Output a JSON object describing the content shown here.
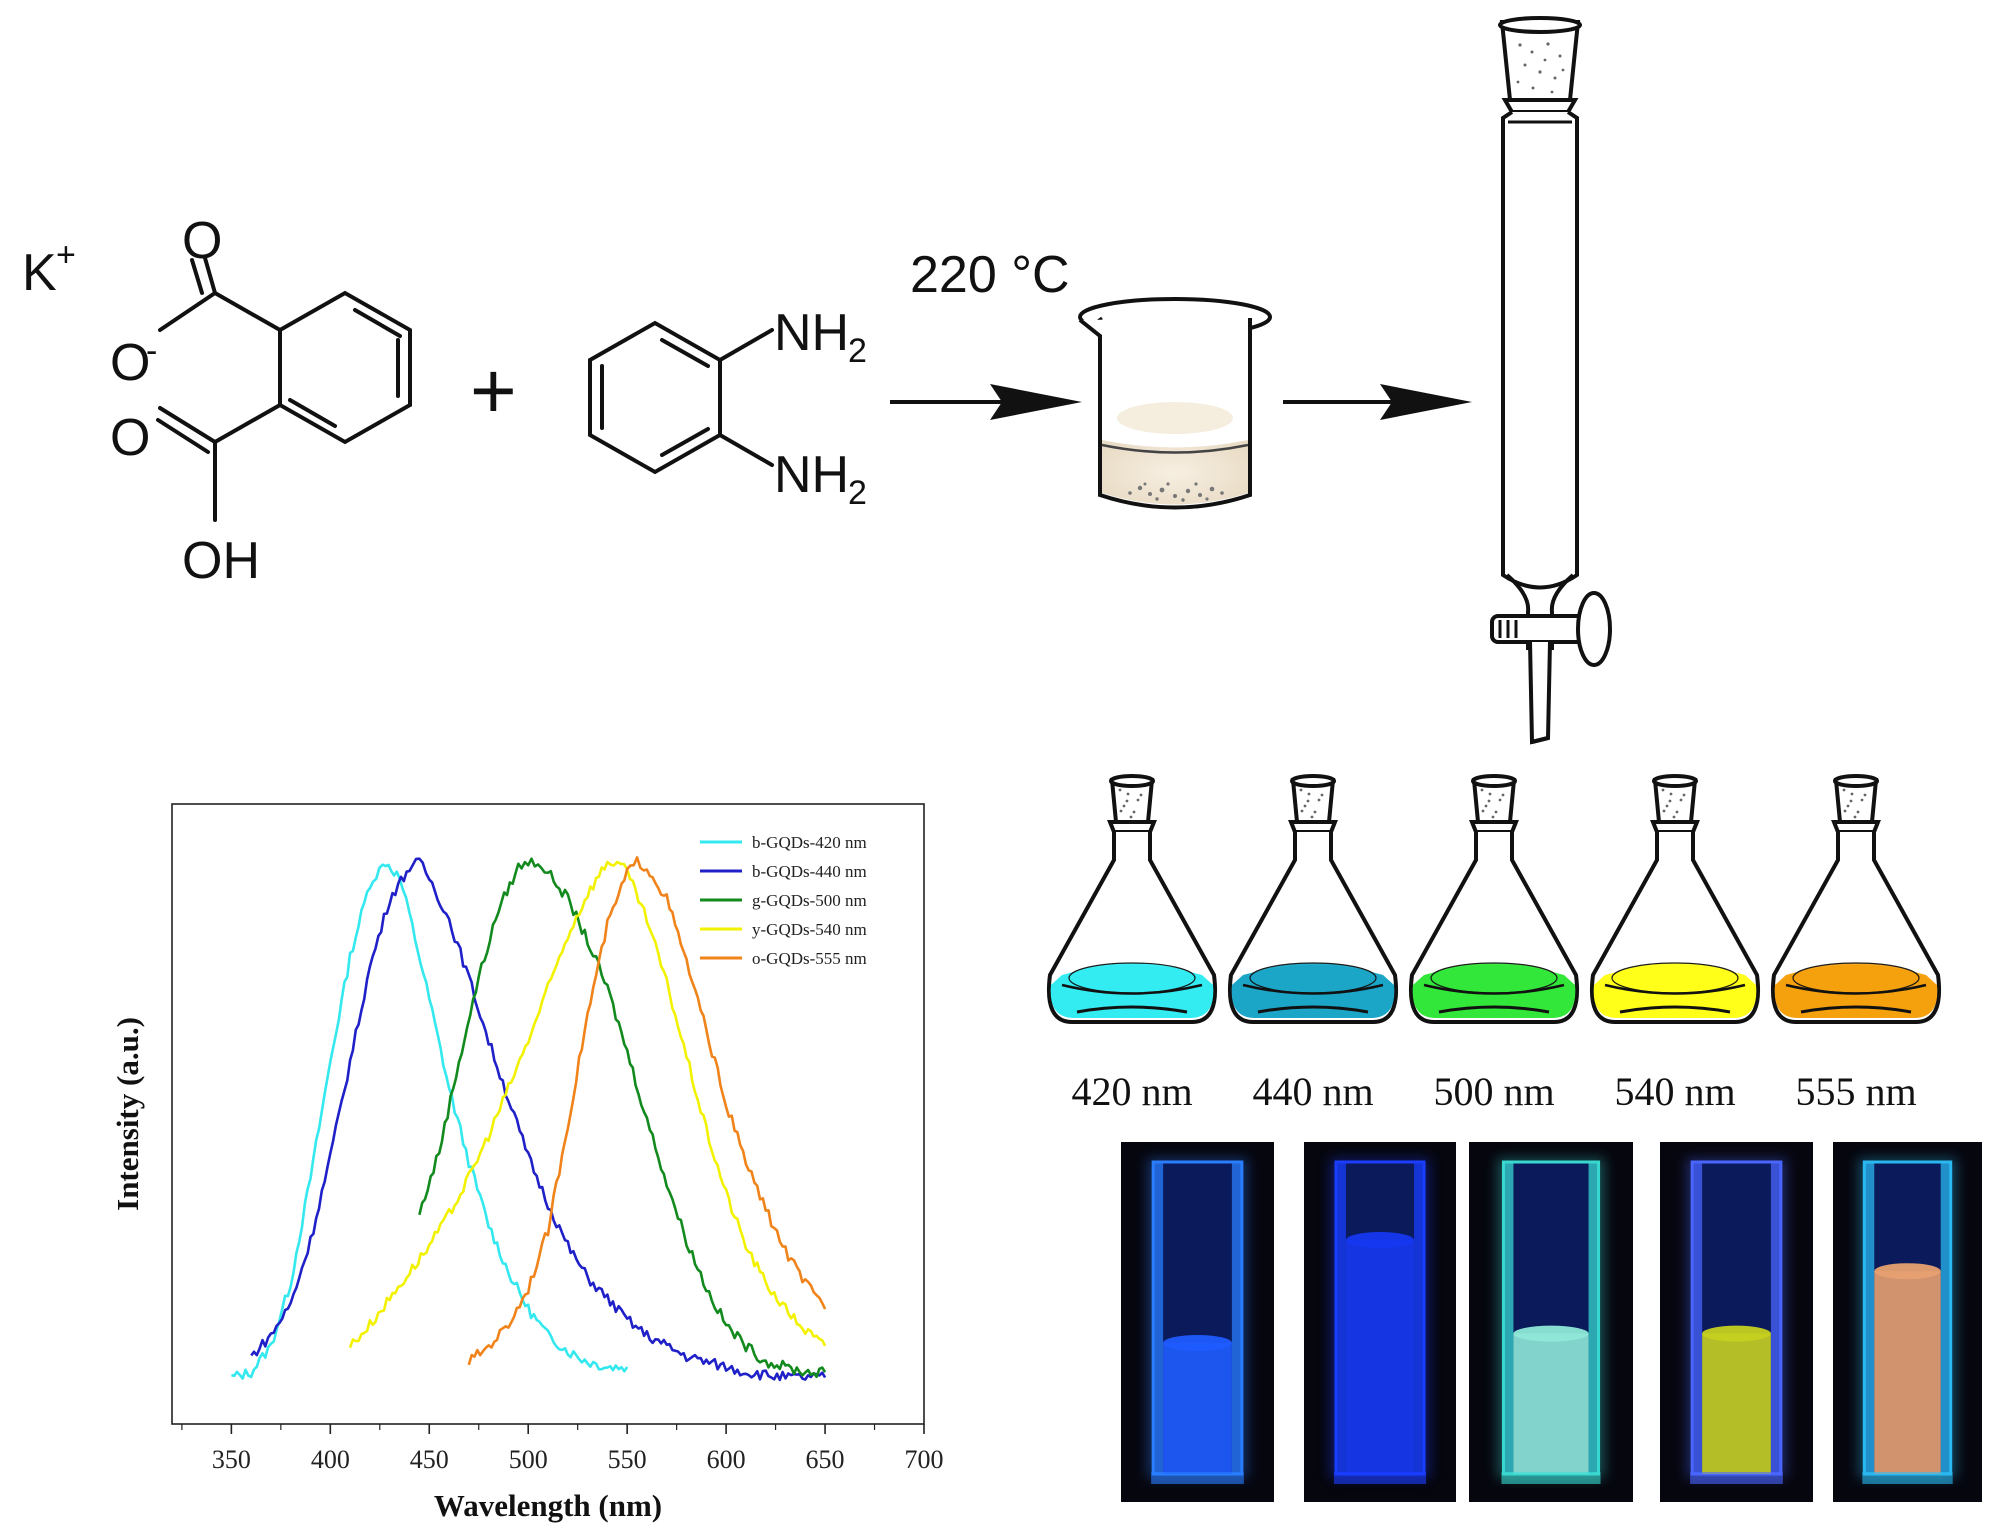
{
  "reaction": {
    "cation": "K",
    "cation_charge": "+",
    "reactant1_groups": {
      "carbonyl_o1": "O",
      "anion_o": "O",
      "anion_charge": "-",
      "carbonyl_o2": "O",
      "hydroxyl": "OH"
    },
    "plus_sign": "+",
    "reactant2_groups": {
      "amine_top": "NH",
      "amine_bottom": "NH",
      "amine_subscript": "2"
    },
    "condition": "220 °C"
  },
  "apparatus": {
    "beaker": "beaker-icon",
    "column": "chromatography-column-icon",
    "flask": "erlenmeyer-flask-icon"
  },
  "fractions": [
    {
      "label": "420 nm",
      "solution_color": "#33ecf2",
      "glow_color": "#2a7dff",
      "liquid_color": "#1f5cff"
    },
    {
      "label": "440 nm",
      "solution_color": "#1ba6c8",
      "glow_color": "#1a3dff",
      "liquid_color": "#1538f0"
    },
    {
      "label": "500 nm",
      "solution_color": "#33e63a",
      "glow_color": "#38d8d0",
      "liquid_color": "#8fe8d8"
    },
    {
      "label": "540 nm",
      "solution_color": "#ffff1a",
      "glow_color": "#4a66ff",
      "liquid_color": "#c6d020"
    },
    {
      "label": "555 nm",
      "solution_color": "#f5a10e",
      "glow_color": "#2ab8f0",
      "liquid_color": "#e7a070"
    }
  ],
  "chart_data": {
    "type": "line",
    "xlabel": "Wavelength (nm)",
    "ylabel": "Intensity (a.u.)",
    "xlim": [
      320,
      700
    ],
    "ylim": [
      0,
      1
    ],
    "xticks": [
      350,
      400,
      450,
      500,
      550,
      600,
      650,
      700
    ],
    "y_tick_labels": false,
    "grid": false,
    "legend_position": "top-right",
    "series": [
      {
        "name": "b-GQDs-420 nm",
        "color": "#33e8ee",
        "x": [
          350,
          360,
          370,
          380,
          390,
          400,
          410,
          420,
          428,
          435,
          440,
          450,
          460,
          470,
          480,
          490,
          500,
          510,
          520,
          530,
          540,
          550
        ],
        "y": [
          0.02,
          0.03,
          0.08,
          0.2,
          0.4,
          0.62,
          0.82,
          0.96,
          1.0,
          0.97,
          0.9,
          0.74,
          0.57,
          0.43,
          0.31,
          0.22,
          0.15,
          0.1,
          0.07,
          0.05,
          0.04,
          0.04
        ]
      },
      {
        "name": "b-GQDs-440 nm",
        "color": "#2020c8",
        "x": [
          360,
          370,
          380,
          390,
          400,
          410,
          420,
          430,
          440,
          445,
          450,
          460,
          470,
          480,
          490,
          500,
          510,
          520,
          530,
          540,
          550,
          560,
          570,
          580,
          590,
          600,
          610,
          620,
          630,
          640,
          650
        ],
        "y": [
          0.06,
          0.1,
          0.16,
          0.28,
          0.44,
          0.62,
          0.8,
          0.93,
          0.99,
          1.0,
          0.97,
          0.89,
          0.78,
          0.66,
          0.55,
          0.44,
          0.35,
          0.27,
          0.21,
          0.17,
          0.13,
          0.1,
          0.08,
          0.06,
          0.05,
          0.04,
          0.03,
          0.025,
          0.02,
          0.02,
          0.02
        ]
      },
      {
        "name": "g-GQDs-500 nm",
        "color": "#128a1e",
        "x": [
          445,
          455,
          465,
          475,
          485,
          495,
          500,
          505,
          510,
          520,
          530,
          540,
          550,
          560,
          570,
          580,
          590,
          600,
          610,
          620,
          630,
          640,
          650
        ],
        "y": [
          0.33,
          0.45,
          0.62,
          0.78,
          0.91,
          0.99,
          1.0,
          1.0,
          0.98,
          0.93,
          0.85,
          0.76,
          0.64,
          0.51,
          0.39,
          0.28,
          0.19,
          0.12,
          0.08,
          0.05,
          0.04,
          0.03,
          0.03
        ]
      },
      {
        "name": "y-GQDs-540 nm",
        "color": "#f2f200",
        "x": [
          410,
          420,
          430,
          440,
          450,
          460,
          470,
          480,
          490,
          500,
          510,
          520,
          530,
          540,
          545,
          550,
          560,
          570,
          580,
          590,
          600,
          610,
          620,
          630,
          640,
          650
        ],
        "y": [
          0.08,
          0.12,
          0.17,
          0.22,
          0.27,
          0.33,
          0.4,
          0.48,
          0.57,
          0.66,
          0.76,
          0.86,
          0.94,
          1.0,
          1.0,
          0.98,
          0.89,
          0.77,
          0.63,
          0.49,
          0.37,
          0.27,
          0.2,
          0.15,
          0.11,
          0.08
        ]
      },
      {
        "name": "o-GQDs-555 nm",
        "color": "#f0831a",
        "x": [
          470,
          480,
          490,
          500,
          510,
          520,
          530,
          540,
          550,
          555,
          560,
          570,
          580,
          590,
          600,
          610,
          620,
          630,
          640,
          650
        ],
        "y": [
          0.05,
          0.08,
          0.12,
          0.19,
          0.3,
          0.5,
          0.71,
          0.88,
          0.98,
          1.0,
          0.99,
          0.93,
          0.81,
          0.68,
          0.54,
          0.43,
          0.34,
          0.26,
          0.2,
          0.15
        ]
      }
    ]
  }
}
